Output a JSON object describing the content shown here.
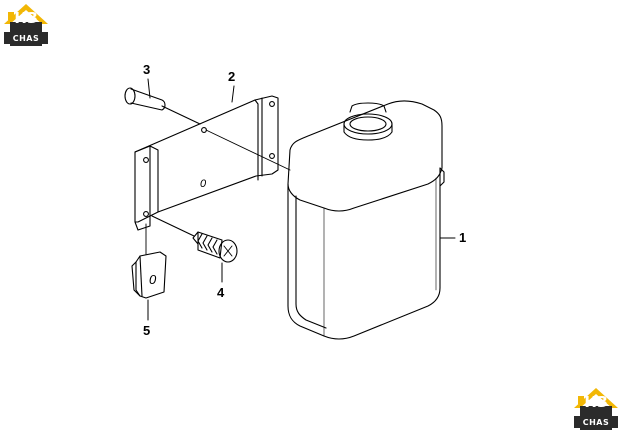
{
  "logo": {
    "text_main": "НЗ",
    "text_sub": "CHAS",
    "colors": {
      "roof": "#f2b705",
      "body": "#2b2b2b"
    }
  },
  "callouts": {
    "part_1": "1",
    "part_2": "2",
    "part_3": "3",
    "part_4": "4",
    "part_5": "5"
  },
  "diagram": {
    "line_color": "#000000",
    "bracket_mark": "0",
    "clip_mark": "0"
  }
}
